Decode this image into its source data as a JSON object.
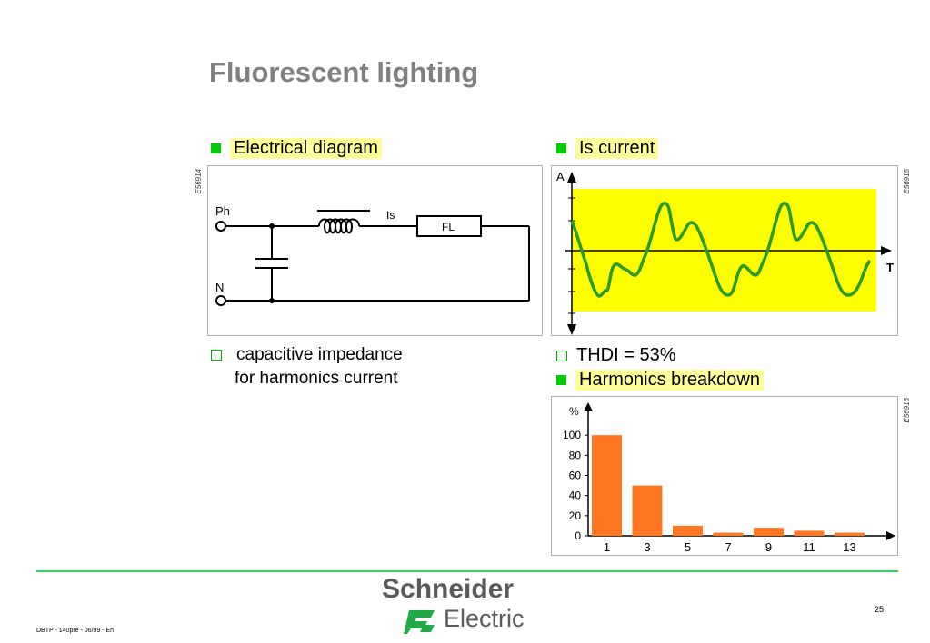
{
  "title": "Fluorescent lighting",
  "sections": {
    "electrical_diagram": {
      "label": "Electrical diagram",
      "code": "E56914",
      "labels": {
        "ph": "Ph",
        "n": "N",
        "is": "Is",
        "fl": "FL"
      }
    },
    "is_current": {
      "label": "Is current",
      "code": "E56915",
      "axis_a": "A",
      "axis_t": "T"
    },
    "harmonics": {
      "label": "Harmonics breakdown",
      "code": "E56916"
    }
  },
  "notes": {
    "capacitive_line1": "capacitive impedance",
    "capacitive_line2": "for harmonics current",
    "thdi": "THDI = 53%"
  },
  "footer": {
    "left": "DBTP - 140pre - 06/99 - En",
    "page": "25",
    "brand_line1": "Schneider",
    "brand_line2": "Electric"
  },
  "colors": {
    "bar": "#ff7722",
    "highlight": "#ffff00",
    "wave": "#2a9a2a",
    "accent": "#33cc66"
  },
  "chart_data": {
    "type": "bar",
    "categories": [
      "1",
      "3",
      "5",
      "7",
      "9",
      "11",
      "13"
    ],
    "values": [
      100,
      50,
      10,
      3,
      8,
      5,
      3
    ],
    "ylabel": "%",
    "yticks": [
      0,
      20,
      40,
      60,
      80,
      100
    ],
    "ylim": [
      0,
      120
    ]
  }
}
